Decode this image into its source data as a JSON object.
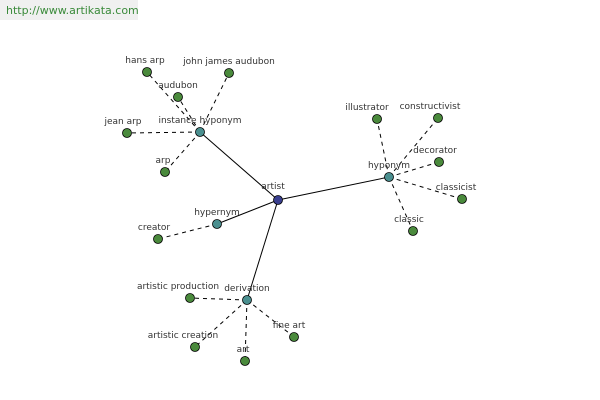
{
  "header": {
    "url": "http://www.artikata.com"
  },
  "colors": {
    "center": "#3a3f8f",
    "relation": "#4a8f8f",
    "leaf": "#4a8a3c"
  },
  "graph": {
    "center": {
      "id": "artist",
      "label": "artist"
    },
    "relations": [
      {
        "id": "instance-hyponym",
        "label": "instance hyponym",
        "leaves": [
          "hans arp",
          "john james audubon",
          "audubon",
          "jean arp",
          "arp"
        ]
      },
      {
        "id": "hyponym",
        "label": "hyponym",
        "leaves": [
          "illustrator",
          "constructivist",
          "decorator",
          "classicist",
          "classic"
        ]
      },
      {
        "id": "hypernym",
        "label": "hypernym",
        "leaves": [
          "creator"
        ]
      },
      {
        "id": "derivation",
        "label": "derivation",
        "leaves": [
          "artistic production",
          "artistic creation",
          "fine art",
          "art"
        ]
      }
    ]
  }
}
